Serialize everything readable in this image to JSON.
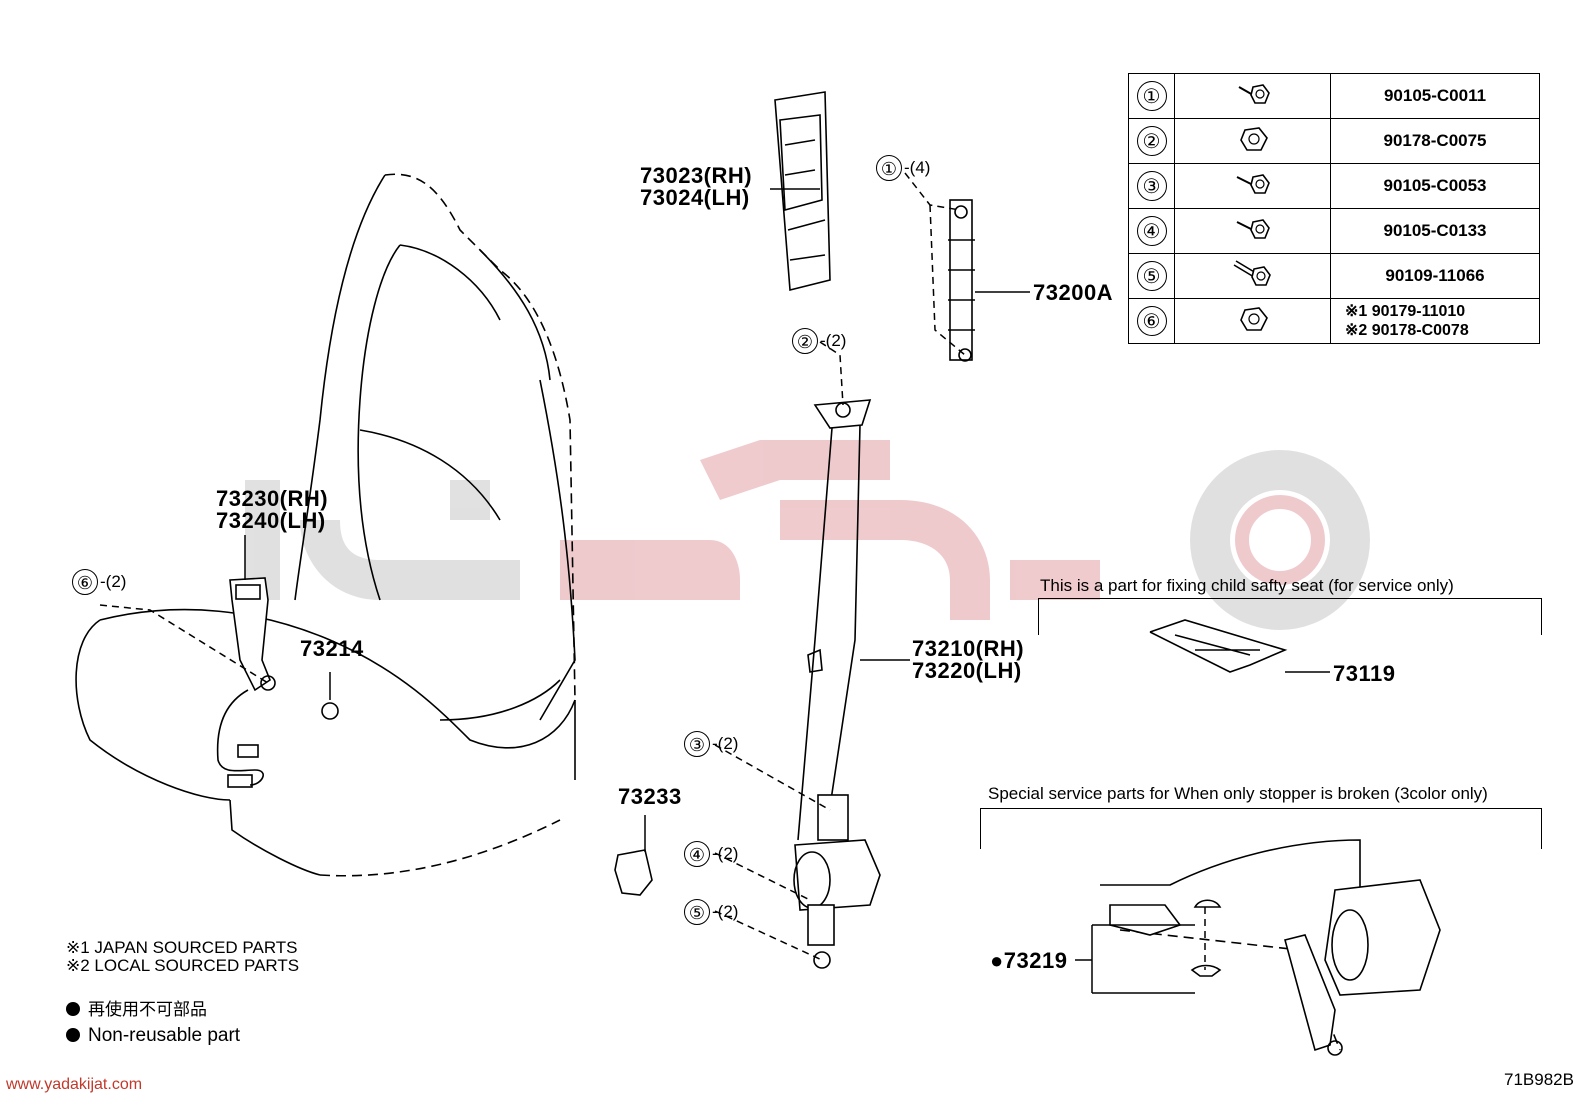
{
  "parts_table": [
    {
      "index": "①",
      "fastener": "bolt-icon",
      "part_no": "90105-C0011"
    },
    {
      "index": "②",
      "fastener": "nut-icon",
      "part_no": "90178-C0075"
    },
    {
      "index": "③",
      "fastener": "bolt-icon",
      "part_no": "90105-C0053"
    },
    {
      "index": "④",
      "fastener": "bolt-icon",
      "part_no": "90105-C0133"
    },
    {
      "index": "⑤",
      "fastener": "shoulder-bolt-icon",
      "part_no": "90109-11066"
    },
    {
      "index": "⑥",
      "fastener": "nut-icon",
      "part_no_1": "※1  90179-11010",
      "part_no_2": "※2  90178-C0078"
    }
  ],
  "labels": {
    "p73023": "73023(RH)",
    "p73024": "73024(LH)",
    "p73200a": "73200A",
    "p73230": "73230(RH)",
    "p73240": "73240(LH)",
    "p73214": "73214",
    "p73210": "73210(RH)",
    "p73220": "73220(LH)",
    "p73233": "73233",
    "p73119": "73119",
    "p73219": "●73219"
  },
  "callouts": {
    "c1": {
      "num": "①",
      "qty": "-(4)"
    },
    "c2": {
      "num": "②",
      "qty": "-(2)"
    },
    "c3": {
      "num": "③",
      "qty": "-(2)"
    },
    "c4": {
      "num": "④",
      "qty": "-(2)"
    },
    "c5": {
      "num": "⑤",
      "qty": "-(2)"
    },
    "c6": {
      "num": "⑥",
      "qty": "-(2)"
    }
  },
  "notes": {
    "child_seat": "This is a part for fixing child safty seat  (for service only)",
    "stopper": "Special service parts for When only stopper is broken (3color only)",
    "japan": "※1 JAPAN SOURCED PARTS",
    "local": "※2 LOCAL SOURCED PARTS",
    "nonreuse_jp": "再使用不可部品",
    "nonreuse_en": "Non-reusable part"
  },
  "footer": {
    "diagram_code": "71B982B",
    "watermark_url": "www.yadakijat.com"
  },
  "colors": {
    "watermark_red": "#e2a0a6",
    "watermark_gray": "#c8c8c8"
  }
}
